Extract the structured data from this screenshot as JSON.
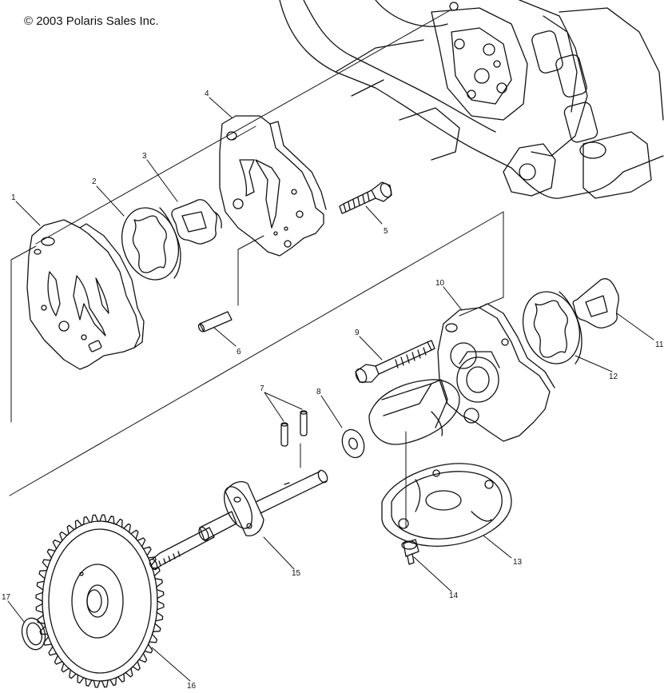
{
  "copyright": "© 2003 Polaris Sales Inc.",
  "callouts": [
    {
      "id": "1",
      "part": "oil-pump-body"
    },
    {
      "id": "2",
      "part": "outer-rotor"
    },
    {
      "id": "3",
      "part": "inner-rotor"
    },
    {
      "id": "4",
      "part": "pump-cover-plate"
    },
    {
      "id": "5",
      "part": "screw"
    },
    {
      "id": "6",
      "part": "dowel-pin"
    },
    {
      "id": "7",
      "part": "pins"
    },
    {
      "id": "8",
      "part": "washer"
    },
    {
      "id": "9",
      "part": "bolt"
    },
    {
      "id": "10",
      "part": "pump-housing"
    },
    {
      "id": "11",
      "part": "inner-rotor"
    },
    {
      "id": "12",
      "part": "outer-rotor"
    },
    {
      "id": "13",
      "part": "gasket"
    },
    {
      "id": "14",
      "part": "screw"
    },
    {
      "id": "15",
      "part": "pump-shaft"
    },
    {
      "id": "16",
      "part": "drive-gear"
    },
    {
      "id": "17",
      "part": "o-ring"
    }
  ]
}
